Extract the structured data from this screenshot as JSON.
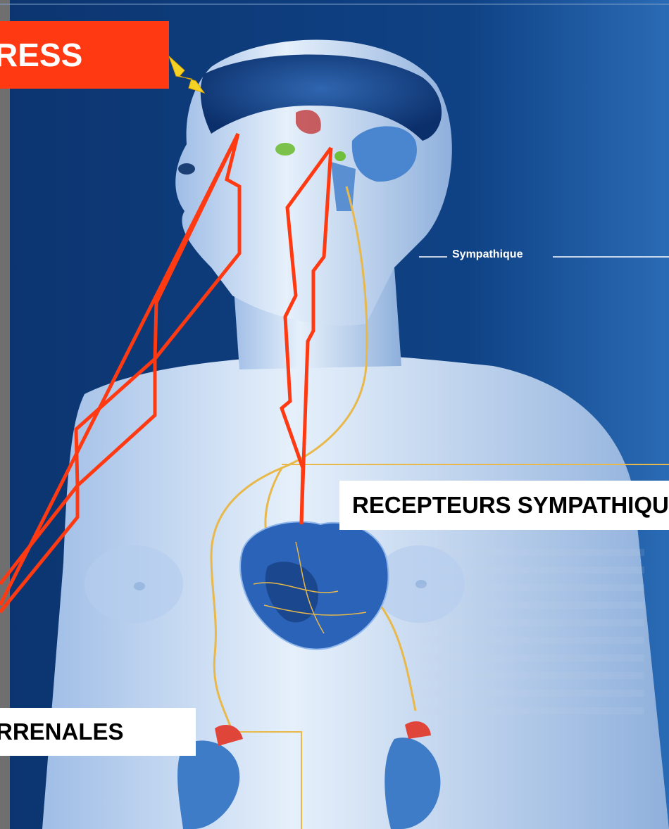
{
  "labels": {
    "stress": "RESS",
    "recepteurs": "RECEPTEURS SYMPATHIQUES",
    "surrenales": "RRENALES",
    "sympathique": "Sympathique"
  },
  "colors": {
    "background": "#0d3a78",
    "body": "#cfe0f5",
    "nerve": "#e8b84a",
    "arrow": "#ff3a12",
    "label_bg": "#ffffff"
  }
}
